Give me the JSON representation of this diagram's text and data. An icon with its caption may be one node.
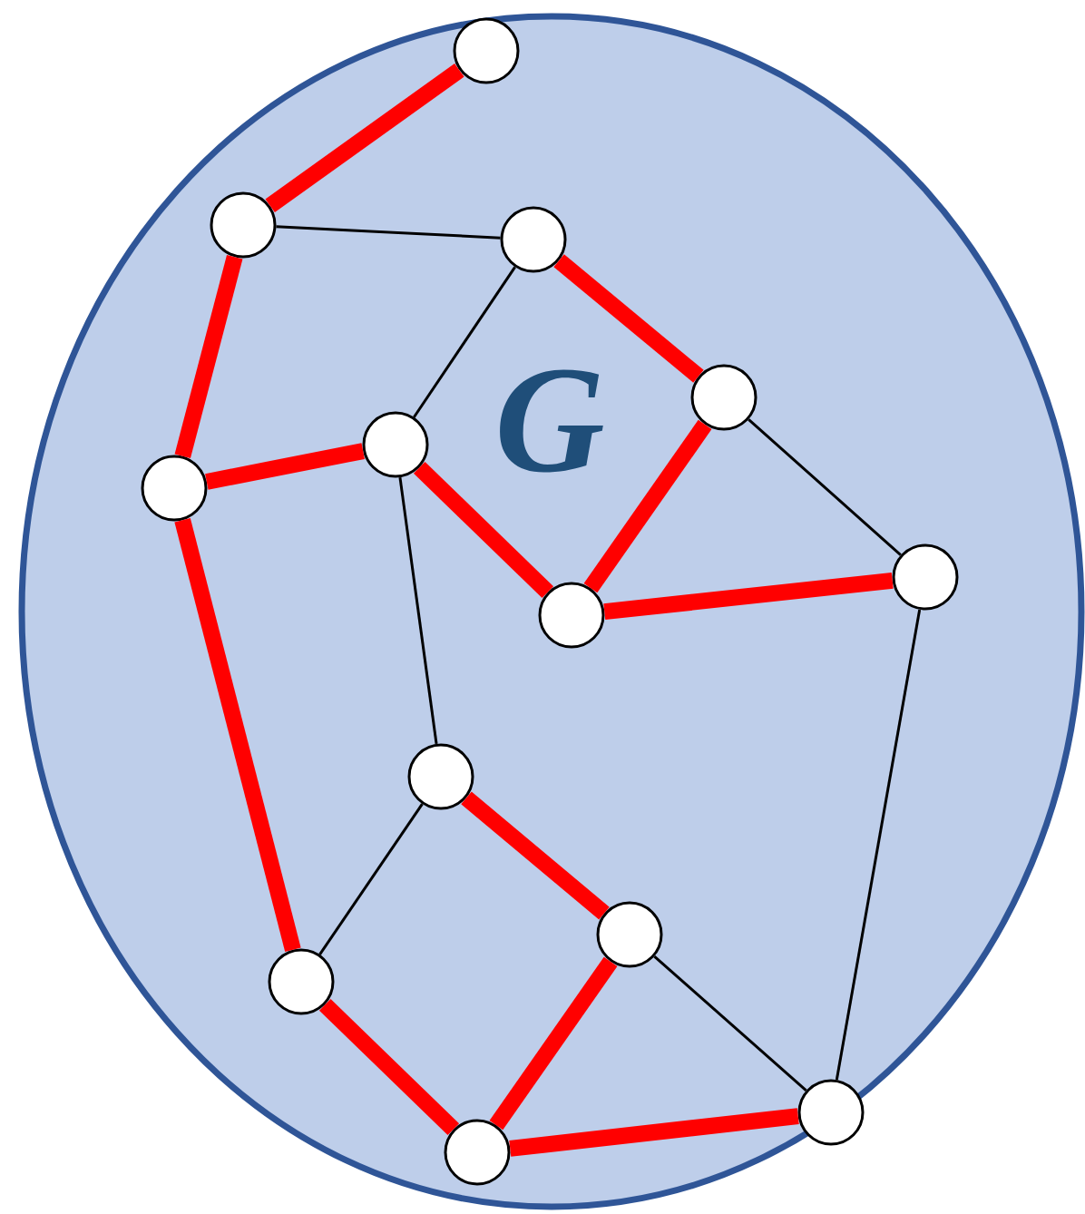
{
  "diagram": {
    "nodes": [
      {
        "text": [
          "G"
        ]
      },
      {
        "text": [],
        "shape": "circle",
        "in": 0
      },
      {
        "text": [],
        "shape": "circle",
        "in": 0
      },
      {
        "text": [],
        "shape": "circle",
        "in": 0
      },
      {
        "text": [],
        "shape": "circle",
        "in": 0
      },
      {
        "text": [],
        "shape": "circle",
        "in": 0
      },
      {
        "text": [],
        "shape": "circle",
        "in": 0
      },
      {
        "text": [],
        "shape": "circle",
        "in": 0
      },
      {
        "text": [],
        "shape": "circle",
        "in": 0
      },
      {
        "text": [],
        "shape": "circle",
        "in": 0
      },
      {
        "text": [],
        "shape": "circle",
        "in": 0
      },
      {
        "text": [],
        "shape": "circle",
        "in": 0
      },
      {
        "text": [],
        "shape": "circle",
        "in": 0
      },
      {
        "text": [],
        "shape": "circle",
        "in": 0
      }
    ],
    "edges": [
      {
        "from": 1,
        "to": 2,
        "arrow": "none"
      },
      {
        "from": 2,
        "to": 6,
        "arrow": "none"
      },
      {
        "from": 6,
        "to": 5,
        "arrow": "none"
      },
      {
        "from": 5,
        "to": 7,
        "arrow": "none"
      },
      {
        "from": 3,
        "to": 4,
        "arrow": "none"
      },
      {
        "from": 4,
        "to": 7,
        "arrow": "none"
      },
      {
        "from": 7,
        "to": 8,
        "arrow": "none"
      },
      {
        "from": 6,
        "to": 11,
        "arrow": "none"
      },
      {
        "from": 11,
        "to": 13,
        "arrow": "none"
      },
      {
        "from": 13,
        "to": 10,
        "arrow": "none"
      },
      {
        "from": 10,
        "to": 9,
        "arrow": "none"
      },
      {
        "from": 13,
        "to": 12,
        "arrow": "none"
      },
      {
        "from": 2,
        "to": 3,
        "arrow": "none",
        "color": "#000000"
      },
      {
        "from": 3,
        "to": 5,
        "arrow": "none",
        "color": "#000000"
      },
      {
        "from": 5,
        "to": 9,
        "arrow": "none",
        "color": "#000000"
      },
      {
        "from": 4,
        "to": 8,
        "arrow": "none",
        "color": "#000000"
      },
      {
        "from": 8,
        "to": 12,
        "arrow": "none",
        "color": "#000000"
      },
      {
        "from": 9,
        "to": 11,
        "arrow": "none",
        "color": "#000000"
      },
      {
        "from": 10,
        "to": 12,
        "arrow": "none",
        "color": "#000000"
      }
    ]
  }
}
